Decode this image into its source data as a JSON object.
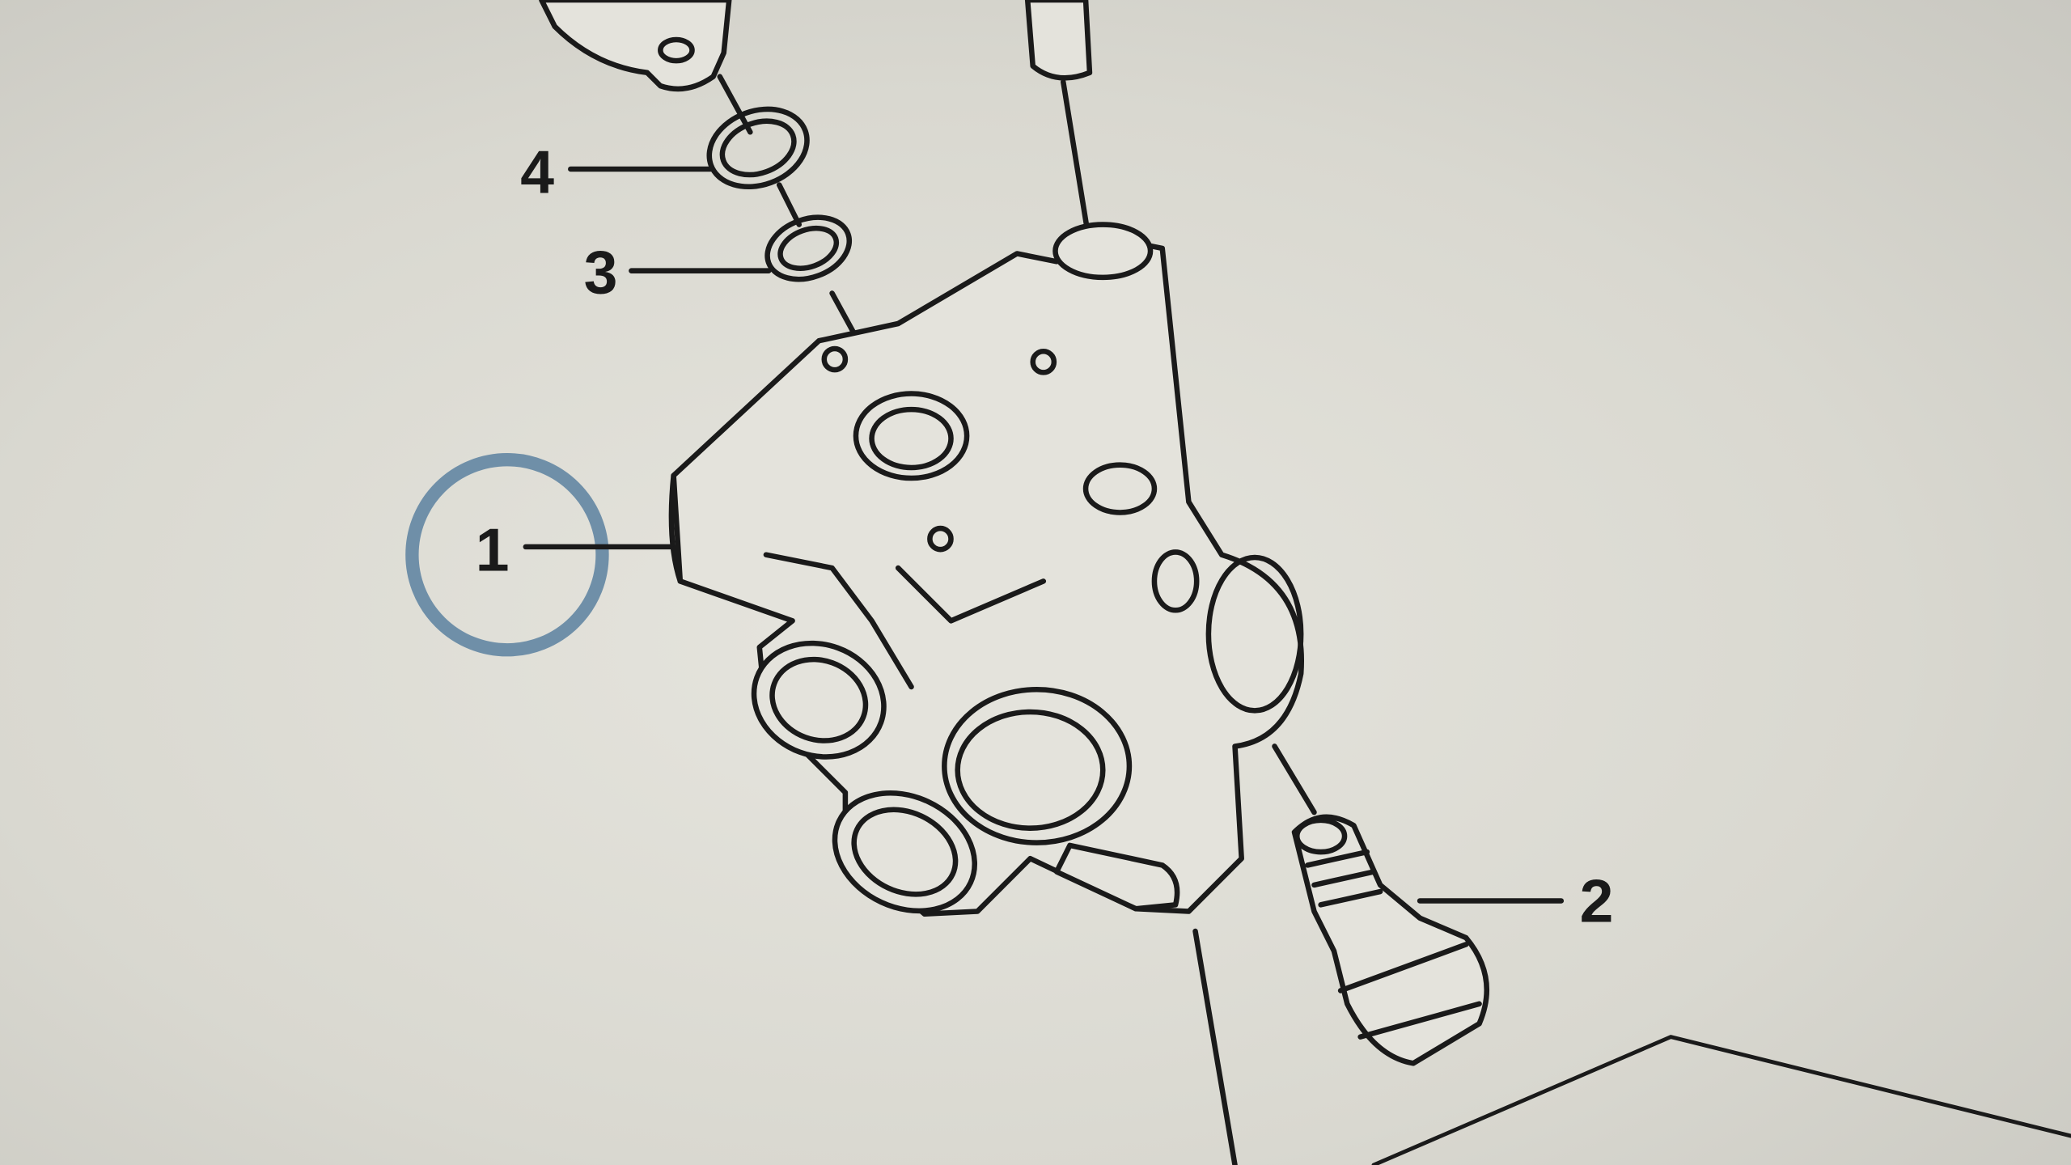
{
  "diagram": {
    "callouts": [
      {
        "id": "callout-1",
        "label": "1",
        "highlighted": true
      },
      {
        "id": "callout-2",
        "label": "2",
        "highlighted": false
      },
      {
        "id": "callout-3",
        "label": "3",
        "highlighted": false
      },
      {
        "id": "callout-4",
        "label": "4",
        "highlighted": false
      }
    ],
    "highlight_color": "#6f8fa8",
    "line_color": "#1a1a1a"
  }
}
